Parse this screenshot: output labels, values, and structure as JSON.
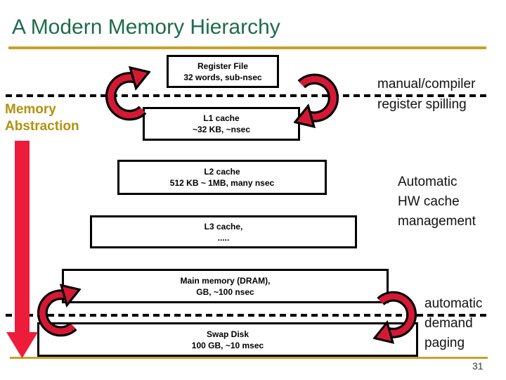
{
  "title": "A Modern Memory Hierarchy",
  "page_number": "31",
  "left_label": {
    "line1": "Memory",
    "line2": "Abstraction"
  },
  "boxes": [
    {
      "name": "register-file",
      "line1": "Register File",
      "line2": "32 words, sub-nsec"
    },
    {
      "name": "l1-cache",
      "line1": "L1 cache",
      "line2": "~32 KB, ~nsec"
    },
    {
      "name": "l2-cache",
      "line1": "L2 cache",
      "line2": "512 KB ~ 1MB, many nsec"
    },
    {
      "name": "l3-cache",
      "line1": "L3 cache,",
      "line2": "....."
    },
    {
      "name": "main-memory",
      "line1": "Main memory (DRAM),",
      "line2": "GB, ~100 nsec"
    },
    {
      "name": "swap-disk",
      "line1": "Swap Disk",
      "line2": "100 GB, ~10 msec"
    }
  ],
  "annotations": {
    "register_spilling": {
      "line1": "manual/compiler",
      "line2": "register spilling"
    },
    "hw_cache": {
      "line1": "Automatic",
      "line2": "HW cache",
      "line3": "management"
    },
    "demand_paging": {
      "line1": "automatic",
      "line2": "demand",
      "line3": "paging"
    }
  },
  "colors": {
    "title_green": "#1E6B4E",
    "gold": "#C6A22C",
    "gold_text": "#B2920D",
    "big_arrow_red": "#EE1C3B",
    "cycle_arrow_red": "#D41935"
  }
}
